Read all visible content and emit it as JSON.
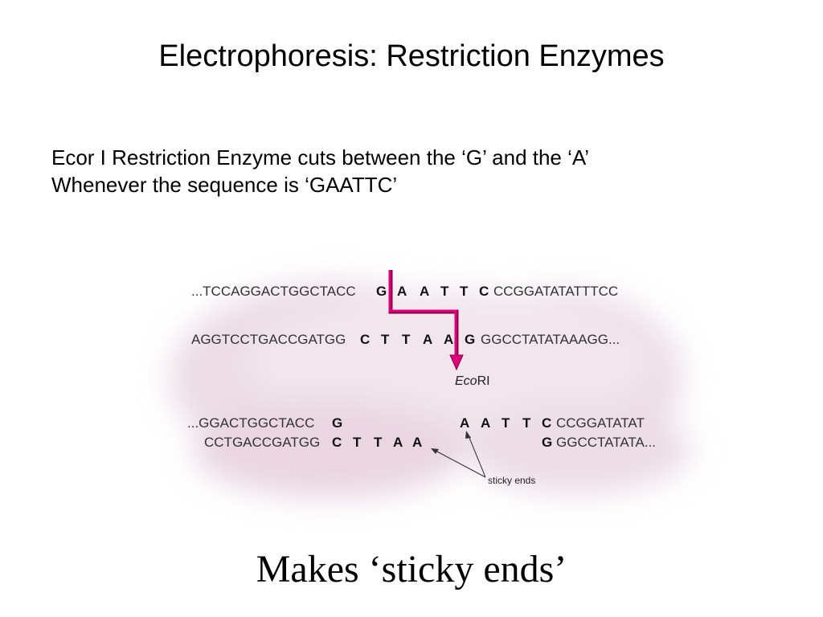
{
  "slide": {
    "title": "Electrophoresis: Restriction Enzymes",
    "line1": "Ecor I Restriction Enzyme cuts between the ‘G’ and the ‘A’",
    "line2": "Whenever the sequence is ‘GAATTC’",
    "caption": "Makes ‘sticky ends’"
  },
  "diagram": {
    "top_strand_left": "...TCCAGGACTGGCTACC",
    "top_strand_site": [
      "G",
      "A",
      "A",
      "T",
      "T",
      "C"
    ],
    "top_strand_right": "CCGGATATATTTCC",
    "bottom_strand_left": "AGGTCCTGACCGATGG",
    "bottom_strand_site": [
      "C",
      "T",
      "T",
      "A",
      "A",
      "G"
    ],
    "bottom_strand_right": "GGCCTATATAAAGG...",
    "enzyme_prefix": "Eco",
    "enzyme_suffix": "RI",
    "frag_left_top": "...GGACTGGCTACC",
    "frag_left_top_site": "G",
    "frag_left_bottom": "CCTGACCGATGG",
    "frag_left_bottom_site": [
      "C",
      "T",
      "T",
      "A",
      "A"
    ],
    "frag_right_top_site": [
      "A",
      "A",
      "T",
      "T",
      "C"
    ],
    "frag_right_top": "CCGGATATAT",
    "frag_right_bottom_site": "G",
    "frag_right_bottom": "GGCCTATATA...",
    "sticky_label": "sticky ends",
    "colors": {
      "cut_line": "#e0007a",
      "cut_line_shadow": "#8a004a",
      "background_blob": "#e8d8e2"
    }
  }
}
